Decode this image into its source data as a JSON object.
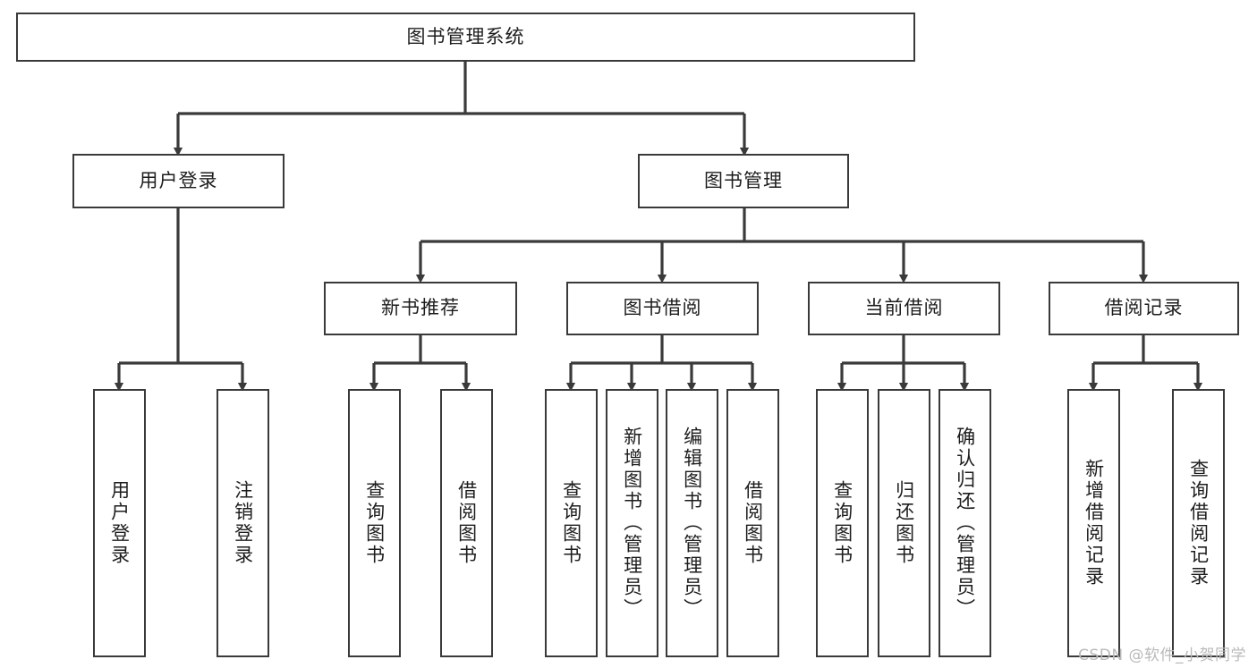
{
  "diagram": {
    "title": "图书管理系统",
    "type": "tree-hierarchy",
    "root": {
      "label": "图书管理系统"
    },
    "level2": [
      {
        "label": "用户登录"
      },
      {
        "label": "图书管理"
      }
    ],
    "level3": [
      {
        "label": "新书推荐"
      },
      {
        "label": "图书借阅"
      },
      {
        "label": "当前借阅"
      },
      {
        "label": "借阅记录"
      }
    ],
    "leaves": {
      "user_login": [
        {
          "label": "用户登录"
        },
        {
          "label": "注销登录"
        }
      ],
      "new_book_recommend": [
        {
          "label": "查询图书"
        },
        {
          "label": "借阅图书"
        }
      ],
      "book_borrow": [
        {
          "label": "查询图书"
        },
        {
          "label": "新增图书（管理员）"
        },
        {
          "label": "编辑图书（管理员）"
        },
        {
          "label": "借阅图书"
        }
      ],
      "current_borrow": [
        {
          "label": "查询图书"
        },
        {
          "label": "归还图书"
        },
        {
          "label": "确认归还（管理员）"
        }
      ],
      "borrow_record": [
        {
          "label": "新增借阅记录"
        },
        {
          "label": "查询借阅记录"
        }
      ]
    }
  },
  "watermark": {
    "text": "CSDN @软件_小贺同学"
  },
  "colors": {
    "box_border": "#3a3a3a",
    "line": "#3a3a3a",
    "text": "#1d1d1d",
    "background": "#ffffff",
    "watermark": "#b9b9b9"
  }
}
